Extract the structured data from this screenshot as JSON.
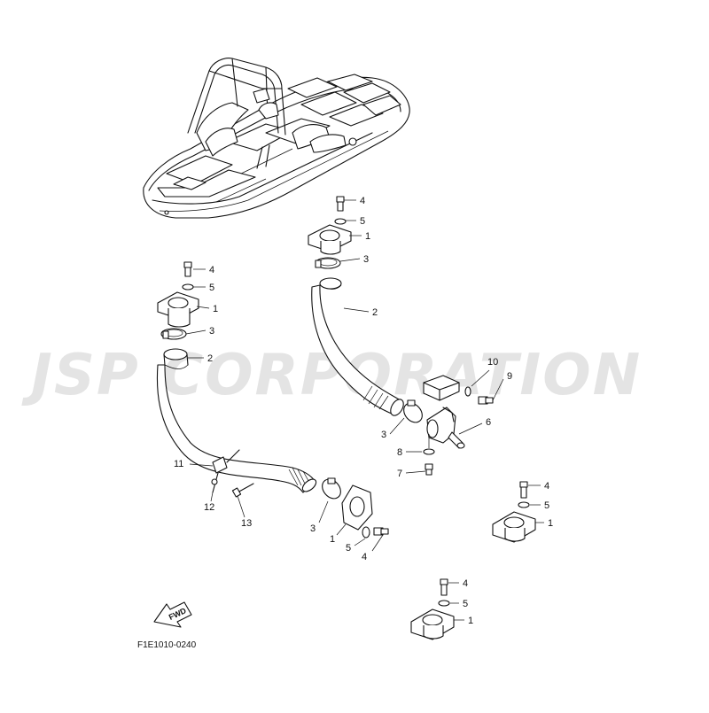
{
  "watermark": "JSP CORPORATION",
  "diagram_code": "F1E1010-0240",
  "fwd_label": "FWD",
  "callouts": [
    "4",
    "5",
    "1",
    "3",
    "2",
    "4",
    "5",
    "1",
    "3",
    "2",
    "10",
    "9",
    "6",
    "3",
    "8",
    "7",
    "11",
    "12",
    "13",
    "3",
    "1",
    "5",
    "4",
    "4",
    "5",
    "1",
    "4",
    "5",
    "1"
  ],
  "colors": {
    "line": "#111111",
    "watermark": "#e4e4e4",
    "background": "#ffffff"
  }
}
